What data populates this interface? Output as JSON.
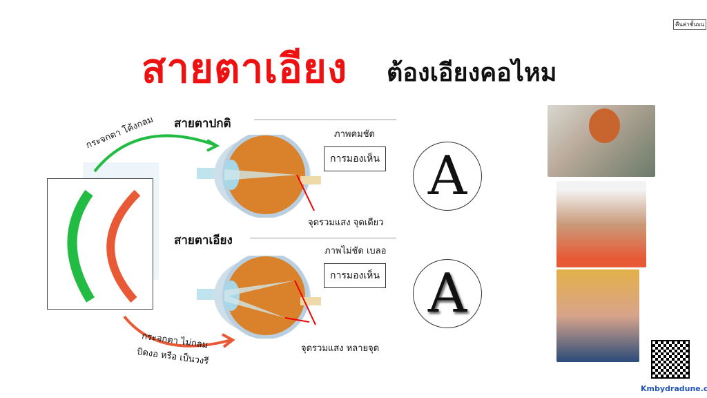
{
  "corner_label": "คืนค่าชั้นบน",
  "title": "สายตาเอียง",
  "subtitle": "ต้องเอียงคอไหม",
  "normal": {
    "heading": "สายตาปกติ",
    "cornea_label": "กระจกตา โค้งกลม",
    "image_label": "ภาพคมชัด",
    "vision_box": "การมองเห็น",
    "focus_label": "จุดรวมแสง จุดเดียว",
    "letter": "A"
  },
  "astig": {
    "heading": "สายตาเอียง",
    "cornea_label_1": "กระจกตา ไม่กลม",
    "cornea_label_2": "บิดงอ หรือ เป็นวงรี",
    "image_label": "ภาพไม่ชัด เบลอ",
    "vision_box": "การมองเห็น",
    "focus_label": "จุดรวมแสง หลายจุด",
    "letter": "A"
  },
  "website": "Kmbydradune.com",
  "colors": {
    "title": "#ee1111",
    "green": "#22bb44",
    "orange": "#e85a35",
    "link": "#2255bb"
  }
}
